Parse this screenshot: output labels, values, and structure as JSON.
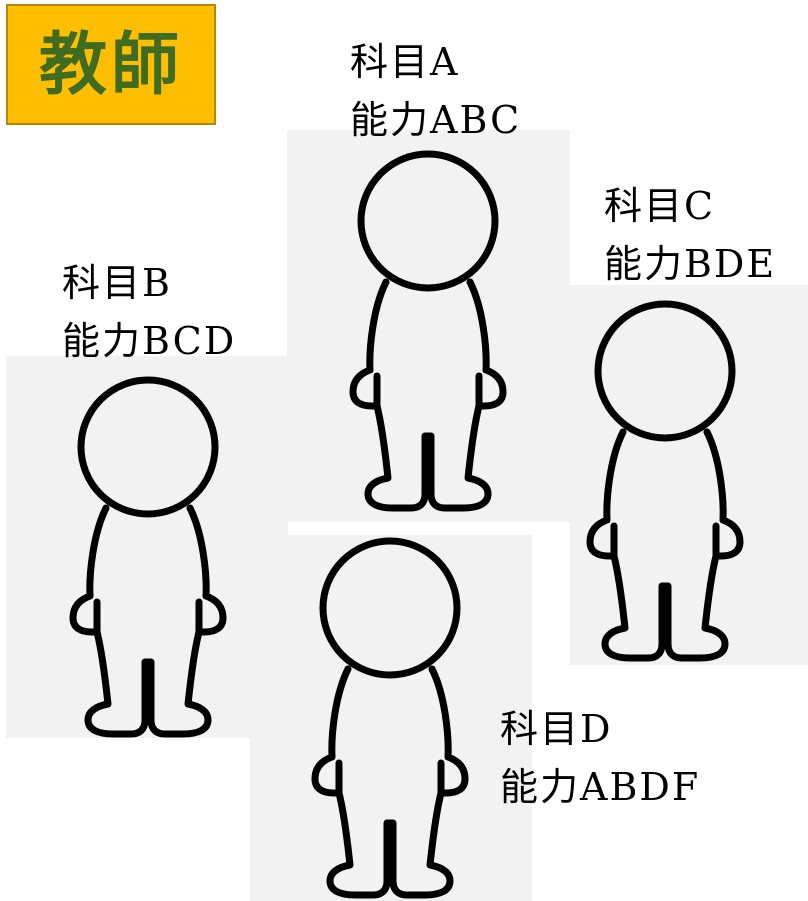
{
  "title": "教師",
  "colors": {
    "title_bg": "#ffbf00",
    "title_text": "#3f6c20",
    "panel_bg": "#f2f2f2",
    "figure_stroke": "#000000"
  },
  "teachers": [
    {
      "subject": "科目A",
      "ability": "能力ABC"
    },
    {
      "subject": "科目B",
      "ability": "能力BCD"
    },
    {
      "subject": "科目C",
      "ability": "能力BDE"
    },
    {
      "subject": "科目D",
      "ability": "能力ABDF"
    }
  ],
  "icons": [
    "person-icon"
  ]
}
